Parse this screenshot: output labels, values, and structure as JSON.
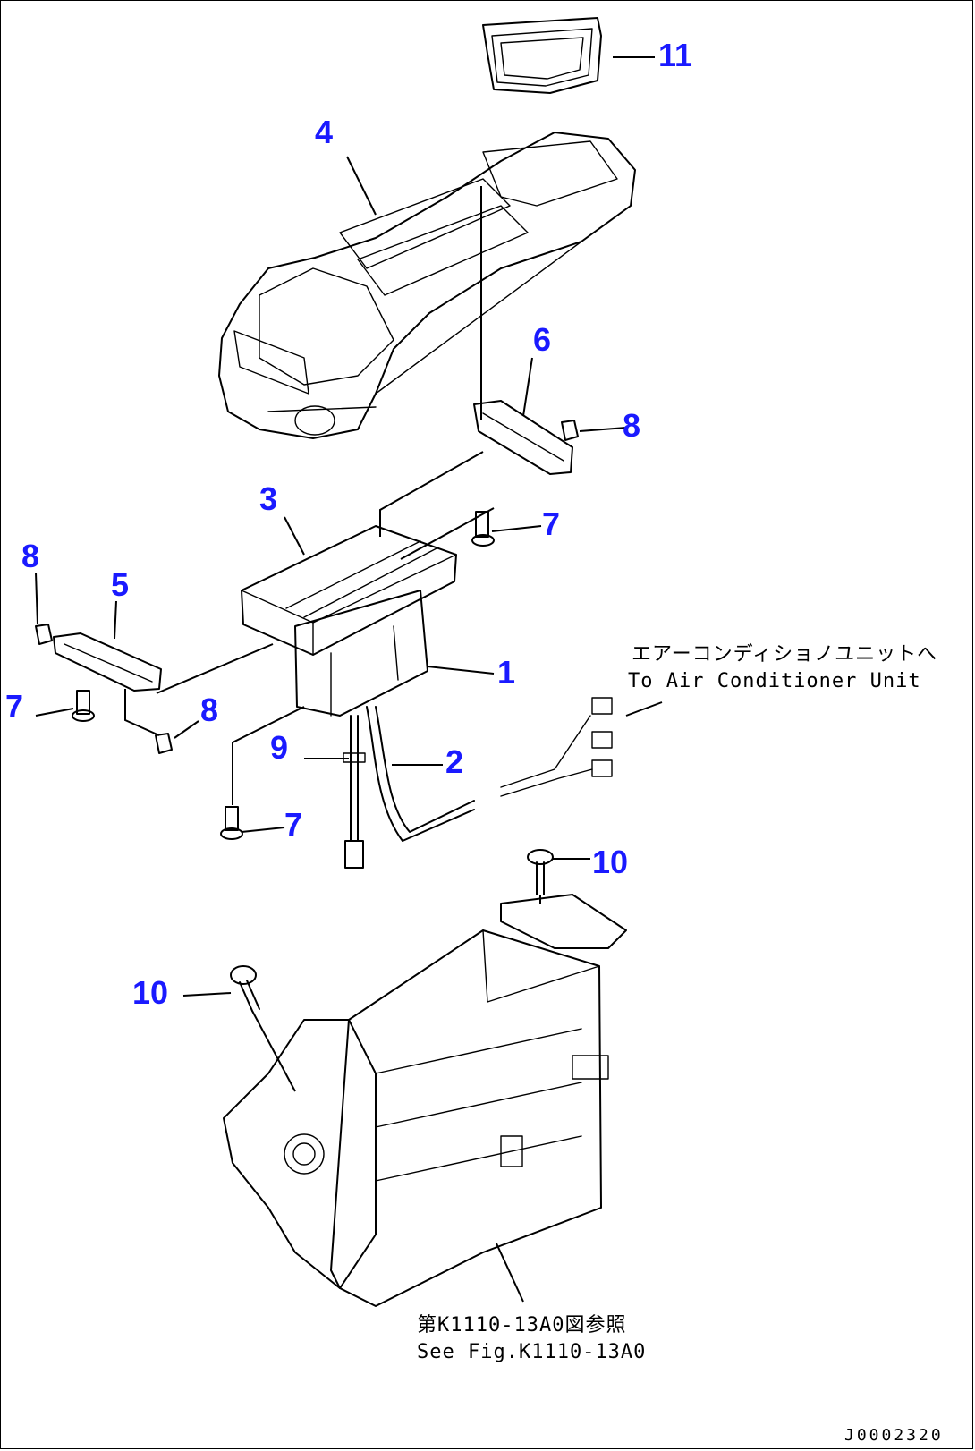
{
  "colors": {
    "callout": "#1a1aff",
    "line": "#000000",
    "background": "#ffffff"
  },
  "callouts": [
    {
      "id": "c11",
      "label": "11"
    },
    {
      "id": "c4",
      "label": "4"
    },
    {
      "id": "c6",
      "label": "6"
    },
    {
      "id": "c8a",
      "label": "8"
    },
    {
      "id": "c3",
      "label": "3"
    },
    {
      "id": "c7a",
      "label": "7"
    },
    {
      "id": "c8b",
      "label": "8"
    },
    {
      "id": "c5",
      "label": "5"
    },
    {
      "id": "c1",
      "label": "1"
    },
    {
      "id": "c7b",
      "label": "7"
    },
    {
      "id": "c8c",
      "label": "8"
    },
    {
      "id": "c9",
      "label": "9"
    },
    {
      "id": "c2",
      "label": "2"
    },
    {
      "id": "c7c",
      "label": "7"
    },
    {
      "id": "c10a",
      "label": "10"
    },
    {
      "id": "c10b",
      "label": "10"
    }
  ],
  "notes": {
    "aircon_jp": "エアーコンディショノユニットへ",
    "aircon_en": "To Air Conditioner Unit",
    "see_fig_jp": "第K1110-13A0図参照",
    "see_fig_en": "See Fig.K1110-13A0"
  },
  "drawing_id": "J0002320"
}
